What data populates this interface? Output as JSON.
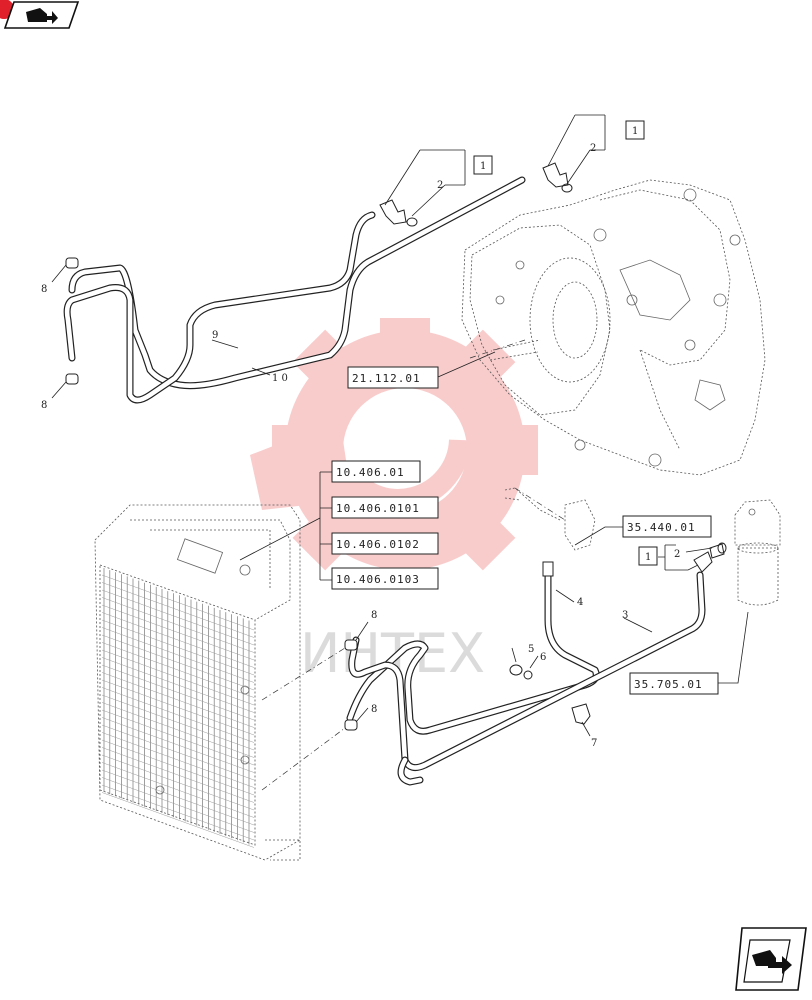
{
  "references": {
    "r1": "21.112.01",
    "r2": "10.406.01",
    "r3": "10.406.0101",
    "r4": "10.406.0102",
    "r5": "10.406.0103",
    "r6": "35.440.01",
    "r7": "35.705.01"
  },
  "boxes": {
    "b1": "1",
    "b2": "1",
    "b3": "1"
  },
  "callouts": {
    "c2a": "2",
    "c2b": "2",
    "c2c": "2",
    "c3": "3",
    "c4": "4",
    "c5": "5",
    "c6": "6",
    "c7": "7",
    "c8a": "8",
    "c8b": "8",
    "c8c": "8",
    "c8d": "8",
    "c9": "9",
    "c10": "1 0"
  },
  "watermark": "ИНТЕХ",
  "icons": {
    "top_left": "previous-page-icon",
    "bottom_right": "next-page-icon"
  },
  "colors": {
    "watermark_red": "#f5a3a3",
    "badge_red": "#e0202a",
    "line": "#222222"
  }
}
